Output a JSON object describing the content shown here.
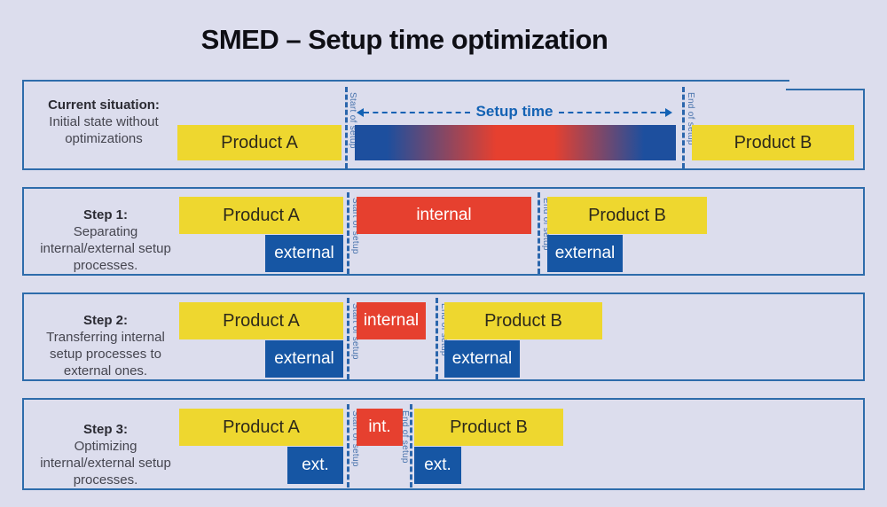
{
  "title": "SMED – Setup time optimization",
  "colors": {
    "bg": "#dcdded",
    "border": "#2e6cab",
    "yellow": "#eed72f",
    "blue": "#1656a4",
    "red": "#e6402f",
    "gradblue": "#1d4f9e",
    "accent": "#1362b4",
    "line": "#2b66ac"
  },
  "panels": [
    {
      "heading": "Current situation:",
      "description_lines": [
        "Initial state without",
        "optimizations"
      ],
      "product_a": "Product A",
      "product_b": "Product B",
      "setup_time_label": "Setup time",
      "start_marker": "Start of setup",
      "end_marker": "End of setup"
    },
    {
      "heading": "Step 1:",
      "description_lines": [
        "Separating",
        "internal/external setup",
        "processes."
      ],
      "product_a": "Product A",
      "product_b": "Product B",
      "internal_label": "internal",
      "external_a_label": "external",
      "external_b_label": "external",
      "start_marker": "Start of setup",
      "end_marker": "End of setup"
    },
    {
      "heading": "Step 2:",
      "description_lines": [
        "Transferring internal",
        "setup processes to",
        "external ones."
      ],
      "product_a": "Product A",
      "product_b": "Product B",
      "internal_label": "internal",
      "external_a_label": "external",
      "external_b_label": "external",
      "start_marker": "Start of setup",
      "end_marker": "End of setup"
    },
    {
      "heading": "Step 3:",
      "description_lines": [
        "Optimizing",
        "internal/external setup",
        "processes."
      ],
      "product_a": "Product A",
      "product_b": "Product B",
      "internal_label": "int.",
      "external_a_label": "ext.",
      "external_b_label": "ext.",
      "start_marker": "Start of setup",
      "end_marker": "End of setup"
    }
  ]
}
